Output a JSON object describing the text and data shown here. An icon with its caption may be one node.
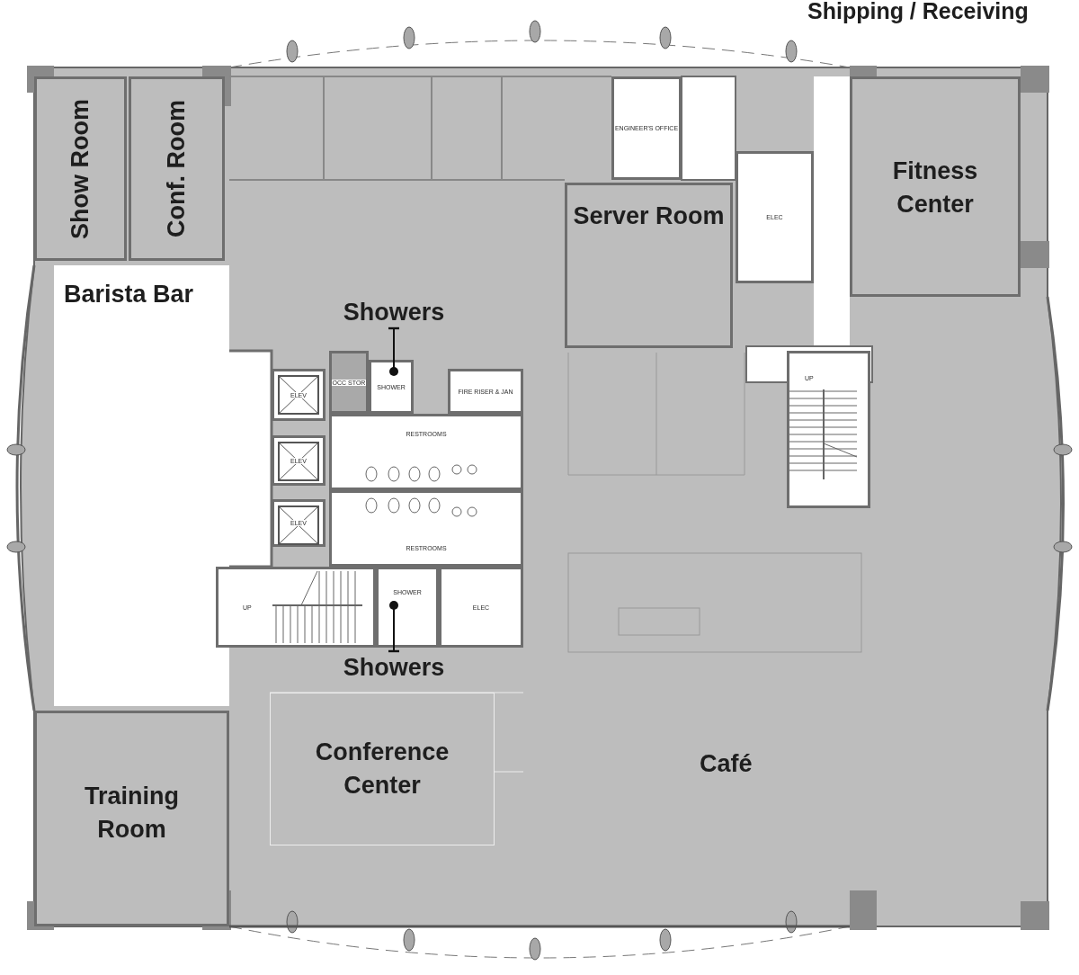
{
  "diagram": {
    "nodes": [
      {
        "text": [
          "Show Room"
        ]
      },
      {
        "text": [
          "Conf. Room"
        ]
      },
      {
        "text": [
          "ENGINEER'S OFFICE"
        ]
      },
      {
        "text": [
          "Server Room"
        ]
      },
      {
        "text": [
          "ELEC"
        ]
      },
      {
        "text": [
          "Fitness Center"
        ]
      },
      {
        "text": [
          "Barista Bar"
        ]
      },
      {
        "text": [
          "Showers"
        ]
      },
      {
        "text": [
          "ELEV"
        ]
      },
      {
        "text": [
          "OCC STOR"
        ]
      },
      {
        "text": [
          "SHOWER"
        ]
      },
      {
        "text": [
          "FIRE RISER & JAN"
        ]
      },
      {
        "text": [
          "UP"
        ]
      },
      {
        "text": [
          "RESTROOMS"
        ]
      },
      {
        "text": [
          "ELEV"
        ]
      },
      {
        "text": [
          "ELEV"
        ]
      },
      {
        "text": [
          "RESTROOMS"
        ]
      },
      {
        "text": [
          "UP"
        ]
      },
      {
        "text": [
          "SHOWER"
        ]
      },
      {
        "text": [
          "ELEC"
        ]
      },
      {
        "text": [
          "Showers"
        ]
      },
      {
        "text": [
          "Conference Center"
        ]
      },
      {
        "text": [
          "Training Room"
        ]
      }
    ],
    "edges": [
      {
        "from": 7,
        "to": 10,
        "arrow": "other"
      },
      {
        "from": 20,
        "to": 18,
        "arrow": "other"
      }
    ],
    "labels": [
      "Shipping / Receiving",
      "Café"
    ]
  }
}
